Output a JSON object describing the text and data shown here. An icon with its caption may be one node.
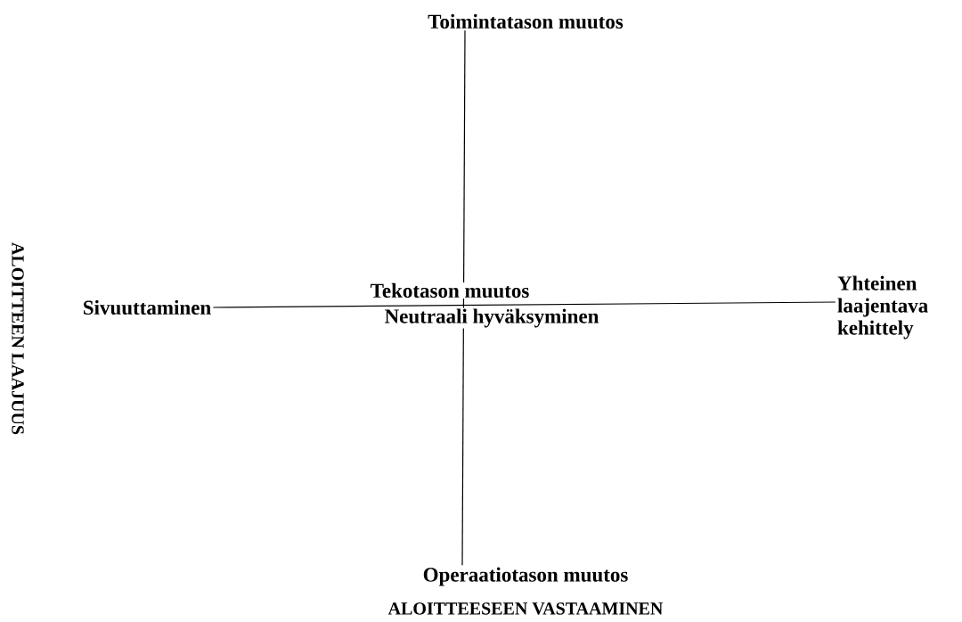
{
  "diagram": {
    "nodes": [
      {
        "text": [
          "Toimintatason muutos"
        ]
      },
      {
        "text": [
          "Operaatiotason muutos"
        ]
      },
      {
        "text": [
          "Sivuuttaminen"
        ]
      },
      {
        "text": [
          "Yhteinen laajentava kehittely"
        ]
      }
    ],
    "edges": [
      {
        "from": 0,
        "to": 1,
        "arrow": "none"
      },
      {
        "from": 2,
        "to": 3,
        "arrow": "none"
      }
    ],
    "labels": [
      "ALOITTEEN LAAJUUS",
      "Tekotason muutos",
      "Neutraali hyväksyminen",
      "ALOITTEESEEN VASTAAMINEN"
    ]
  }
}
